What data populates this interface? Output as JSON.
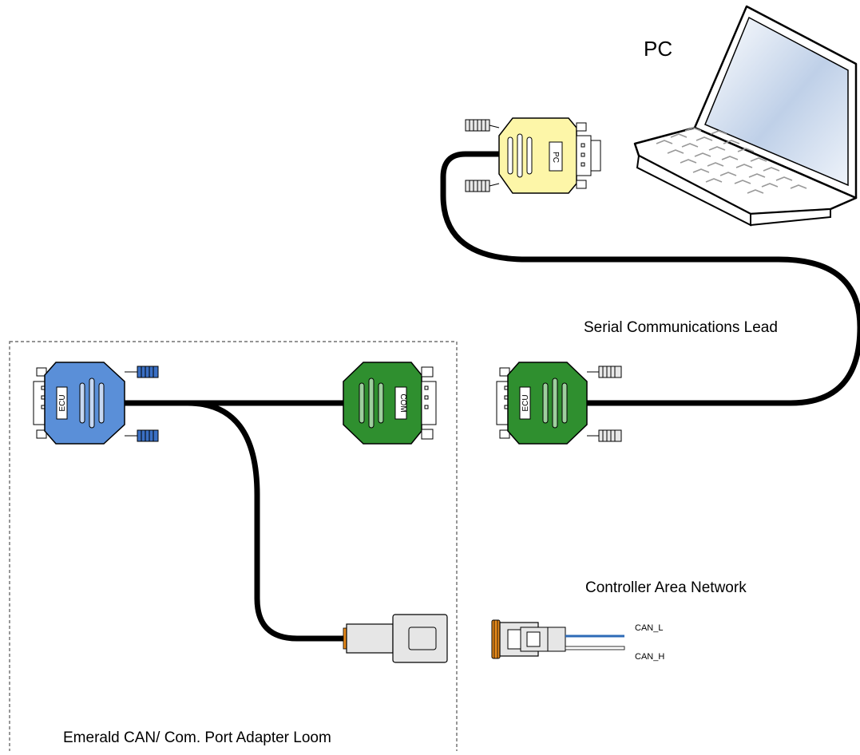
{
  "labels": {
    "pc": "PC",
    "serial_lead": "Serial Communications Lead",
    "can_network": "Controller Area Network",
    "adapter_loom": "Emerald CAN/ Com. Port Adapter Loom",
    "can_l": "CAN_L",
    "can_h": "CAN_H"
  },
  "connectors": {
    "pc_connector": "PC",
    "lead_ecu_connector": "ECU",
    "loom_ecu_connector": "ECU",
    "loom_com_connector": "COM"
  },
  "colors": {
    "pc_connector": "#FDF6A8",
    "lead_ecu_connector": "#2F8F2F",
    "loom_ecu_connector": "#5A8FD8",
    "loom_com_connector": "#2F8F2F",
    "cable": "#000000",
    "can_l_wire": "#2E6BB7",
    "can_h_wire": "#ffffff",
    "can_plug_orange": "#E88A1A",
    "boundary": "#555555"
  },
  "icons": [
    "laptop-icon",
    "db9-connector-icon",
    "deutsch-plug-icon"
  ]
}
